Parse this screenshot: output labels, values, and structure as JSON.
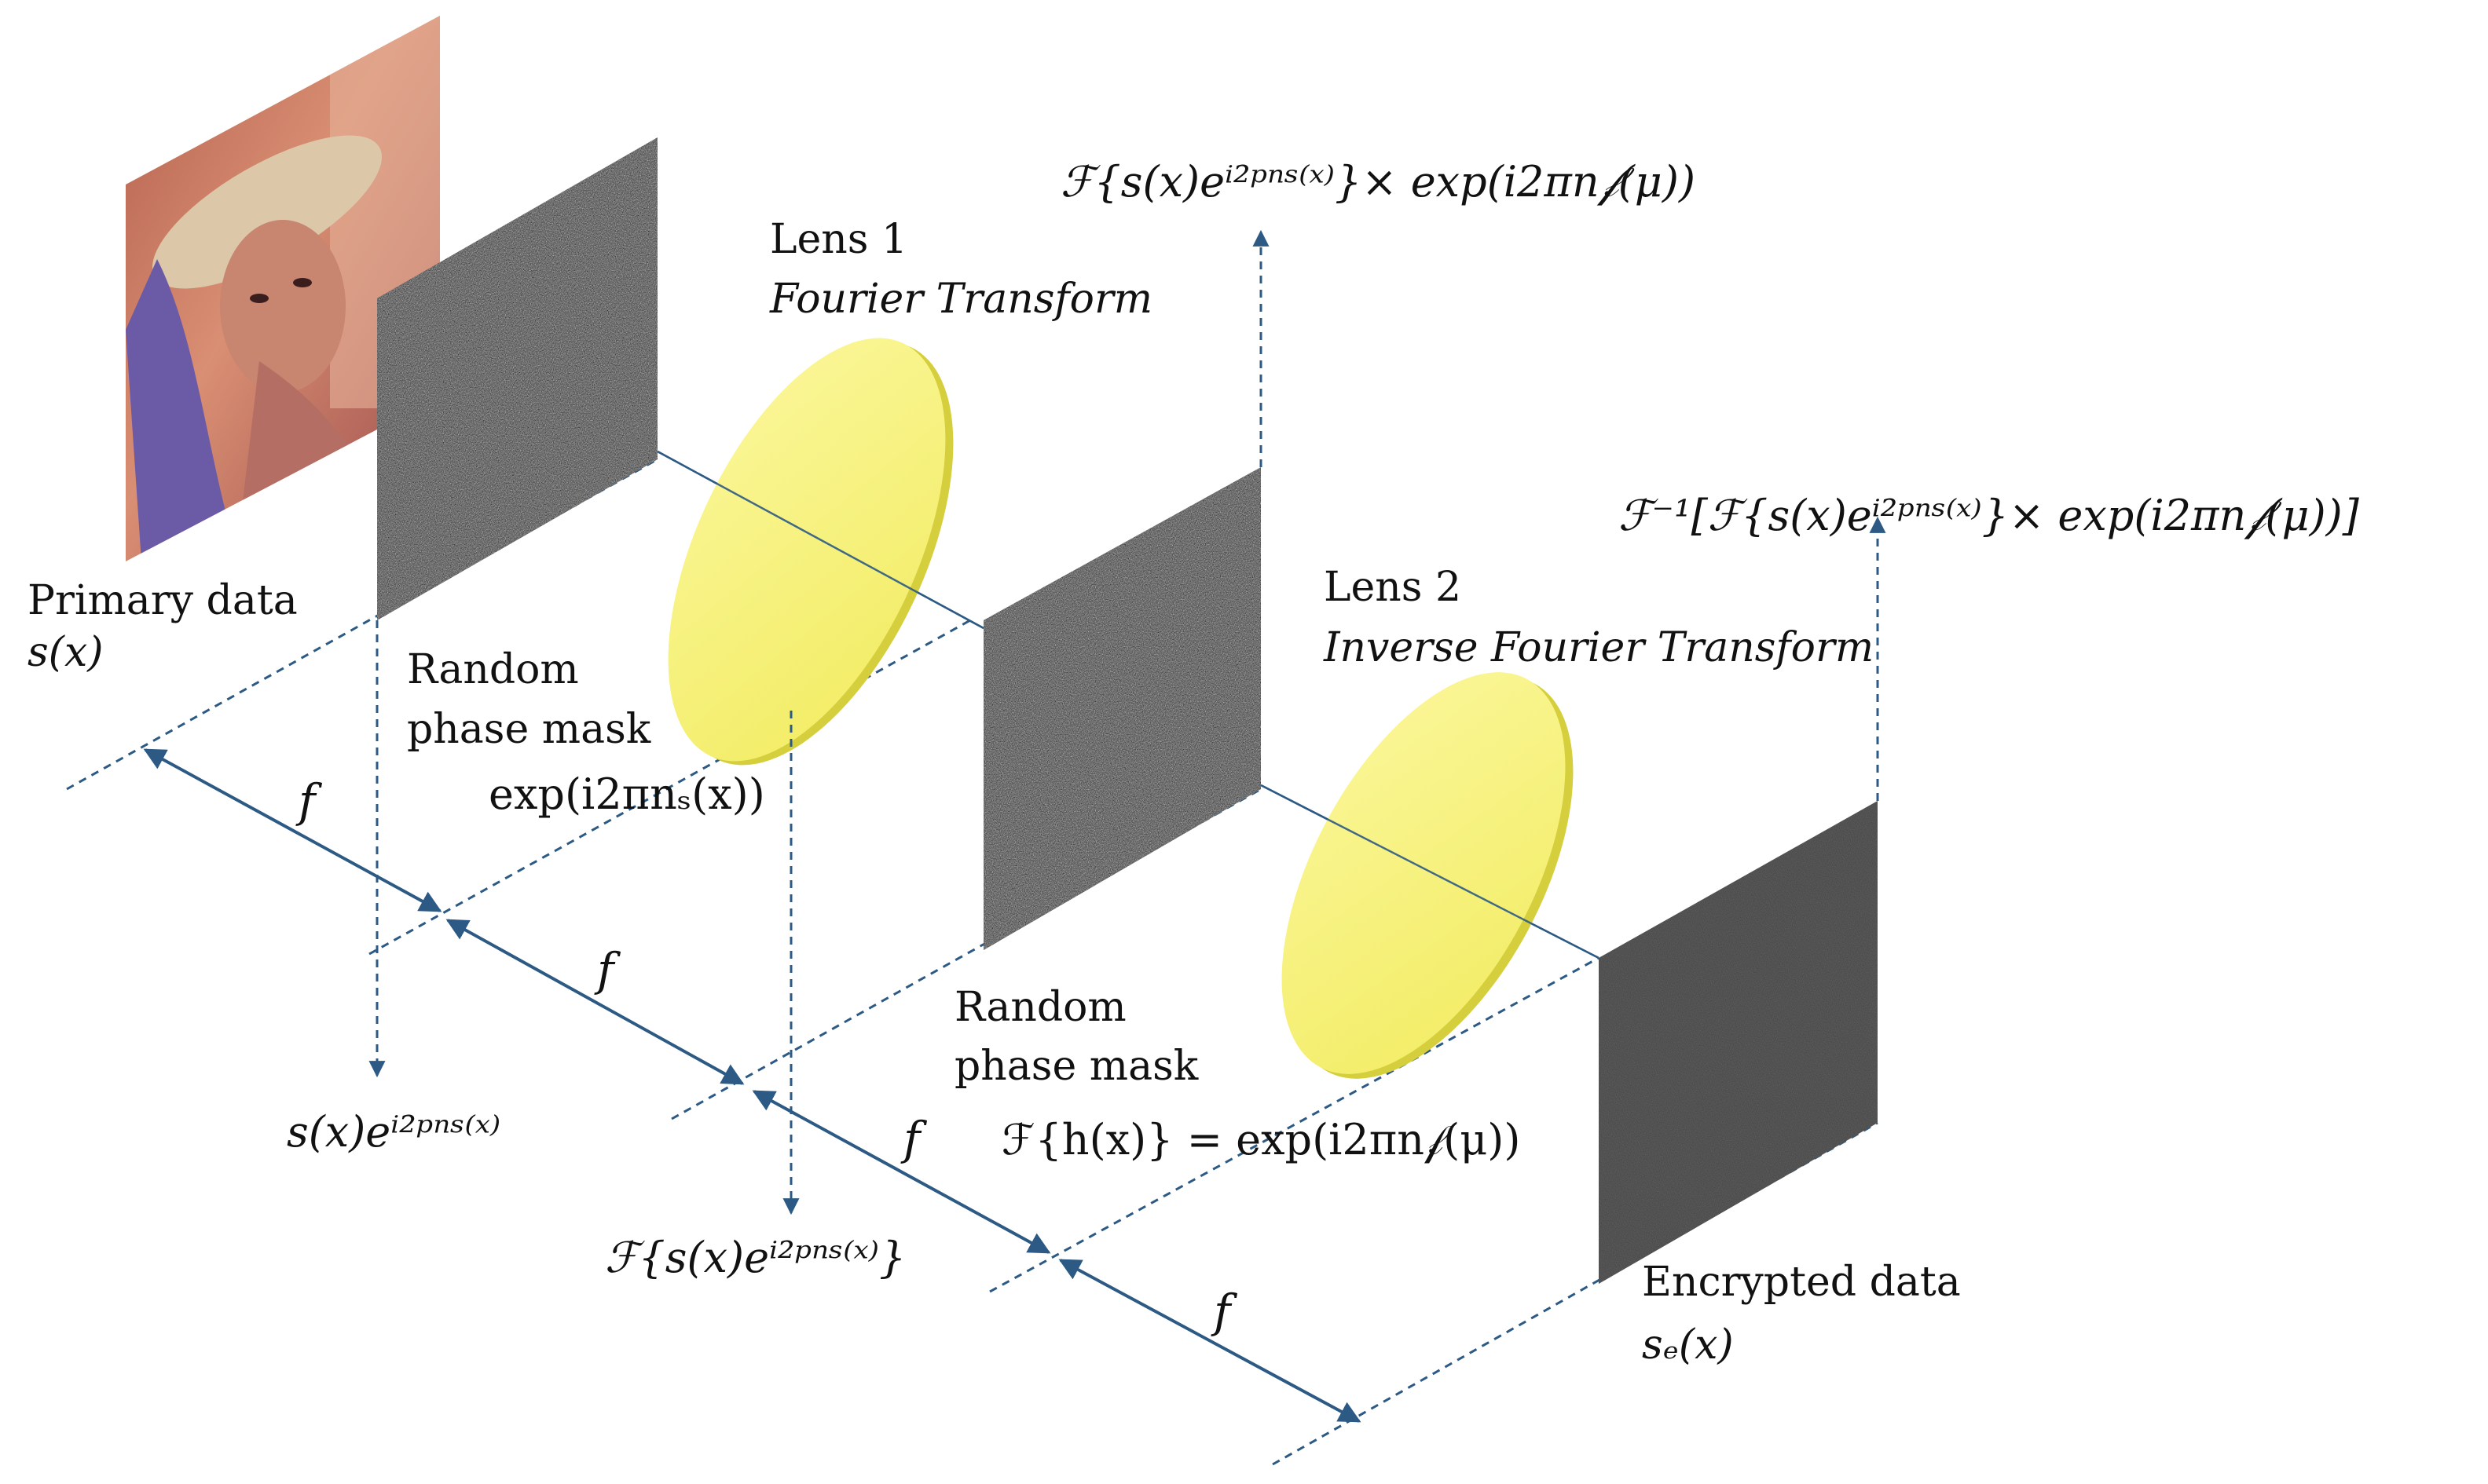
{
  "labels": {
    "primary_data": "Primary data",
    "primary_symbol": "s(x)",
    "mask1_line1": "Random",
    "mask1_line2": "phase mask",
    "mask1_formula": "exp(i2πnₛ(x))",
    "lens1_title": "Lens 1",
    "lens1_subtitle": "Fourier Transform",
    "mask2_line1": "Random",
    "mask2_line2": "phase mask",
    "mask2_formula": "ℱ{h(x)} = exp(i2πn𝒻(μ))",
    "lens2_title": "Lens 2",
    "lens2_subtitle": "Inverse Fourier Transform",
    "encrypted_data": "Encrypted data",
    "encrypted_symbol": "sₑ(x)"
  },
  "equations": {
    "after_mask1": "s(x)eⁱ²ᵖⁿˢ⁽ˣ⁾",
    "after_lens1": "ℱ{s(x)eⁱ²ᵖⁿˢ⁽ˣ⁾}",
    "after_mask2": "ℱ{s(x)eⁱ²ᵖⁿˢ⁽ˣ⁾}× exp(i2πn𝒻(μ))",
    "output": "ℱ⁻¹[ℱ{s(x)eⁱ²ᵖⁿˢ⁽ˣ⁾}× exp(i2πn𝒻(μ))]"
  },
  "focal_labels": [
    "f",
    "f",
    "f",
    "f"
  ],
  "colors": {
    "line": "#2c5a84",
    "lens_fill": "#f7f27a",
    "lens_edge": "#d6cf3d",
    "mask": "#3a3a3a",
    "encrypted": "#3b3b3b"
  }
}
